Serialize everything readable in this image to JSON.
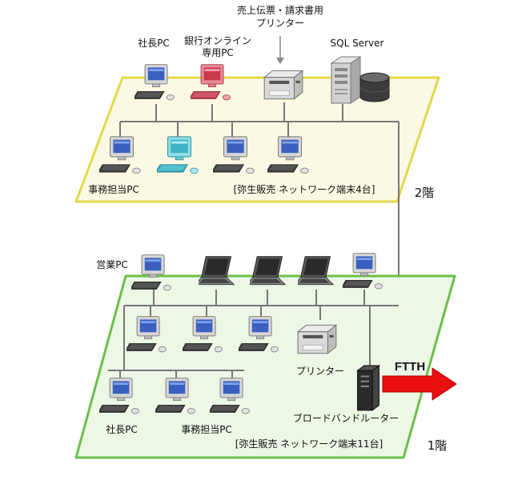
{
  "floor2": {
    "label": "2階",
    "caption": "[弥生販売 ネットワーク端末4台]",
    "top_labels": {
      "president_pc": "社長PC",
      "banking_pc_line1": "銀行オンライン",
      "banking_pc_line2": "専用PC",
      "printer_line1": "売上伝票・請求書用",
      "printer_line2": "プリンター",
      "sql_server": "SQL Server"
    },
    "bottom_labels": {
      "clerk_pc": "事務担当PC"
    }
  },
  "floor1": {
    "label": "1階",
    "caption": "[弥生販売 ネットワーク端末11台]",
    "labels": {
      "sales_pc": "営業PC",
      "printer": "プリンター",
      "router": "ブロードバンドルーター",
      "president_pc": "社長PC",
      "clerk_pc": "事務担当PC",
      "ftth": "FTTH"
    }
  },
  "colors": {
    "floor2_border": "#e3d84a",
    "floor2_fill": "#fbf9e3",
    "floor1_border": "#6cbf4a",
    "floor1_fill": "#ecf7e5",
    "cable": "#777777",
    "ftth_arrow": "#e81010",
    "pc_screen": "#3a5fbf",
    "pc_red": "#e05a6a",
    "pc_cyan": "#5bc7d6"
  }
}
